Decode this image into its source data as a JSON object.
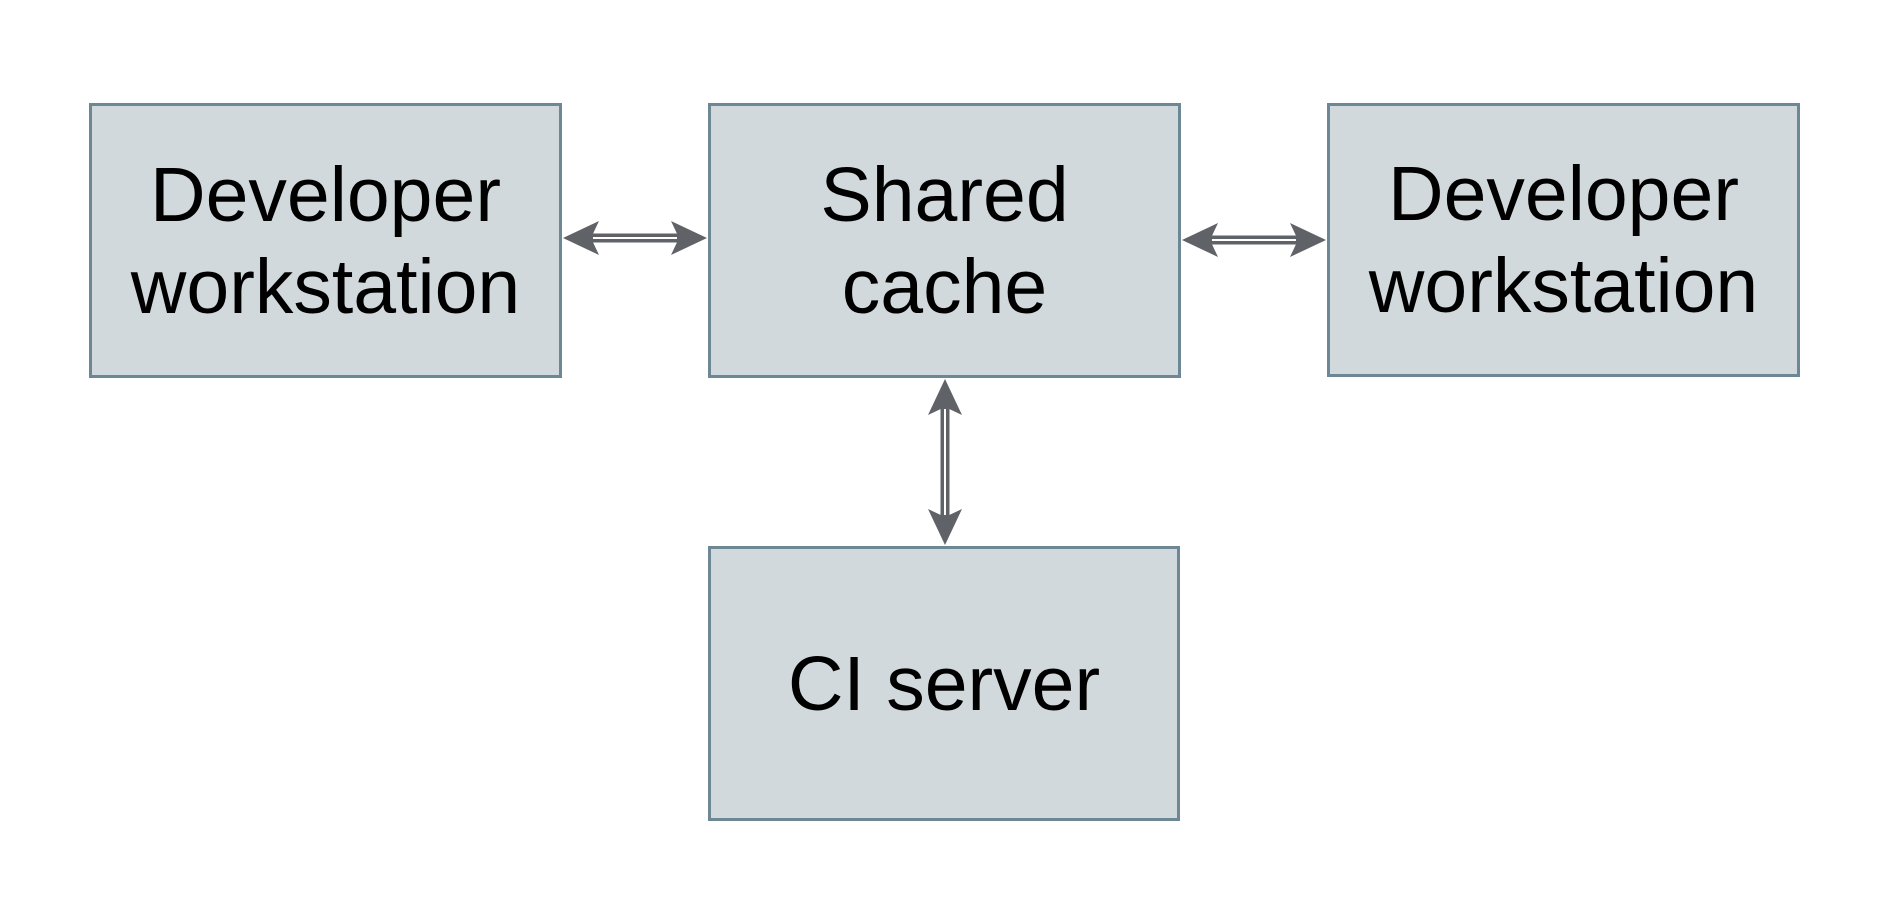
{
  "diagram": {
    "nodes": [
      {
        "id": "developer-workstation-left",
        "label": "Developer workstation",
        "lines": [
          "Developer",
          "workstation"
        ]
      },
      {
        "id": "shared-cache",
        "label": "Shared cache",
        "lines": [
          "Shared",
          "cache"
        ]
      },
      {
        "id": "developer-workstation-right",
        "label": "Developer workstation",
        "lines": [
          "Developer",
          "workstation"
        ]
      },
      {
        "id": "ci-server",
        "label": "CI server",
        "lines": [
          "CI server"
        ]
      }
    ],
    "edges": [
      {
        "from": "developer-workstation-left",
        "to": "shared-cache",
        "direction": "bidirectional",
        "orientation": "horizontal"
      },
      {
        "from": "shared-cache",
        "to": "developer-workstation-right",
        "direction": "bidirectional",
        "orientation": "horizontal"
      },
      {
        "from": "shared-cache",
        "to": "ci-server",
        "direction": "bidirectional",
        "orientation": "vertical"
      }
    ],
    "colors": {
      "node_fill": "#d2d9dc",
      "node_border": "#6d8794",
      "arrow": "#5f6368",
      "arrow_stripe": "#ffffff",
      "background": "#ffffff",
      "text": "#000000"
    }
  }
}
